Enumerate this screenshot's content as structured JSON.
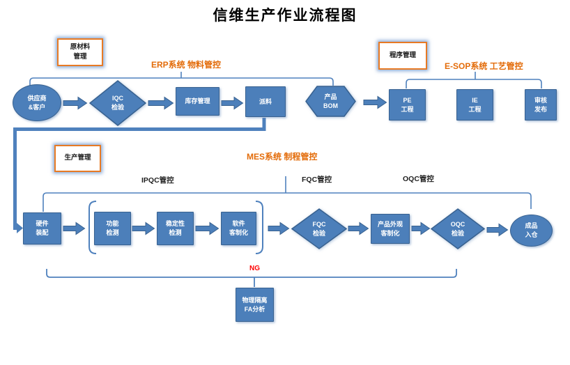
{
  "title": "信维生产作业流程图",
  "colors": {
    "shape_fill": "#4C7FBA",
    "shape_border": "#38618F",
    "line_blue": "#4F81BD",
    "accent_orange": "#E36C0A",
    "orange_box_border": "#E87A24",
    "ng_red": "#FF0000"
  },
  "annotations": {
    "raw_material_box": "原材料\n管理",
    "program_box": "程序管理",
    "production_box": "生产管理",
    "erp_label": "ERP系统  物料管控",
    "esop_label": "E-SOP系统  工艺管控",
    "mes_label": "MES系统  制程管控",
    "ipqc_label": "IPQC管控",
    "fqc_label": "FQC管控",
    "oqc_label": "OQC管控",
    "ng_label": "NG"
  },
  "nodes": {
    "supplier": "供应商\n&客户",
    "iqc": "IQC\n检验",
    "inventory": "库存管理",
    "dispatch": "派料",
    "bom": "产品\nBOM",
    "pe": "PE\n工程",
    "ie": "IE\n工程",
    "review": "审核\n发布",
    "assembly": "硬件\n装配",
    "function_test": "功能\n检测",
    "stability_test": "稳定性\n检测",
    "software_custom": "软件\n客制化",
    "fqc": "FQC\n检验",
    "appearance_custom": "产品外观\n客制化",
    "oqc": "OQC\n检验",
    "warehouse": "成品\n入仓",
    "isolation": "物理隔离\nFA分析"
  }
}
